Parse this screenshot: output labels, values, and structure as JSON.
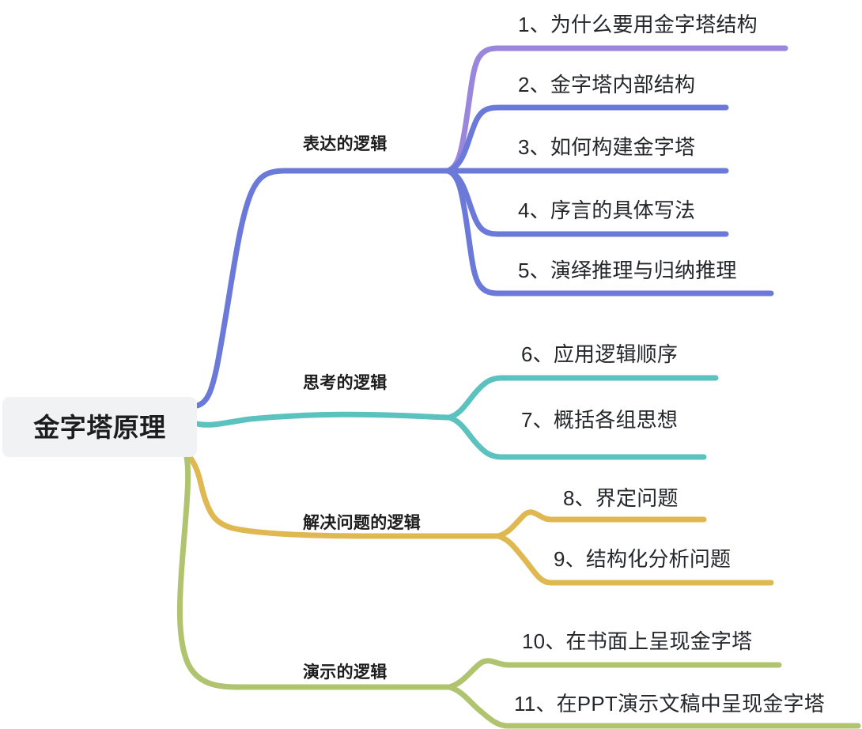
{
  "map": {
    "title": "金字塔原理",
    "root": {
      "label": "金字塔原理",
      "background": "#f1f2f4"
    },
    "branches": [
      {
        "label": "表达的逻辑",
        "color": "#6b7ad9",
        "children": [
          {
            "index": "1",
            "label": "1、为什么要用金字塔结构",
            "color": "#9b86dd"
          },
          {
            "index": "2",
            "label": "2、金字塔内部结构",
            "color": "#6b7ad9"
          },
          {
            "index": "3",
            "label": "3、如何构建金字塔",
            "color": "#6b7ad9"
          },
          {
            "index": "4",
            "label": "4、序言的具体写法",
            "color": "#6b7ad9"
          },
          {
            "index": "5",
            "label": "5、演绎推理与归纳推理",
            "color": "#6b7ad9"
          }
        ]
      },
      {
        "label": "思考的逻辑",
        "color": "#5cc2c0",
        "children": [
          {
            "index": "6",
            "label": "6、应用逻辑顺序",
            "color": "#5cc2c0"
          },
          {
            "index": "7",
            "label": "7、概括各组思想",
            "color": "#5cc2c0"
          }
        ]
      },
      {
        "label": "解决问题的逻辑",
        "color": "#e0b851",
        "children": [
          {
            "index": "8",
            "label": "8、界定问题",
            "color": "#e0b851"
          },
          {
            "index": "9",
            "label": "9、结构化分析问题",
            "color": "#e0b851"
          }
        ]
      },
      {
        "label": "演示的逻辑",
        "color": "#b0c470",
        "children": [
          {
            "index": "10",
            "label": "10、在书面上呈现金字塔",
            "color": "#b0c470"
          },
          {
            "index": "11",
            "label": "11、在PPT演示文稿中呈现金字塔",
            "color": "#b0c470"
          }
        ]
      }
    ]
  },
  "labels": {
    "root": "金字塔原理",
    "b0": "表达的逻辑",
    "b1": "思考的逻辑",
    "b2": "解决问题的逻辑",
    "b3": "演示的逻辑",
    "l0": "1、为什么要用金字塔结构",
    "l1": "2、金字塔内部结构",
    "l2": "3、如何构建金字塔",
    "l3": "4、序言的具体写法",
    "l4": "5、演绎推理与归纳推理",
    "l5": "6、应用逻辑顺序",
    "l6": "7、概括各组思想",
    "l7": "8、界定问题",
    "l8": "9、结构化分析问题",
    "l9": "10、在书面上呈现金字塔",
    "l10": "11、在PPT演示文稿中呈现金字塔"
  },
  "colors": {
    "purple": "#9b86dd",
    "blue": "#6b7ad9",
    "teal": "#5cc2c0",
    "gold": "#e0b851",
    "green": "#b0c470",
    "root_bg": "#f1f2f4",
    "text": "#1d1d1d",
    "canvas_bg": "#ffffff"
  }
}
